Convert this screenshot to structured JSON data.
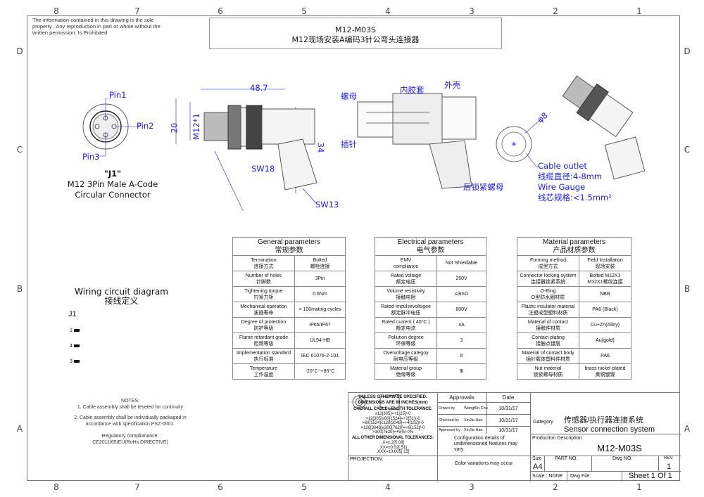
{
  "zones": {
    "columns": [
      "8",
      "7",
      "6",
      "5",
      "4",
      "3",
      "2",
      "1"
    ],
    "rows": [
      "D",
      "C",
      "B",
      "A"
    ]
  },
  "notice": "The information contained in this drawing is the sole property . Any reproduction in part or whole without the written permission. Is Prohibited",
  "title": {
    "model": "M12-M03S",
    "name_cn": "M12现场安装A编码3针公弯头连接器"
  },
  "front_view": {
    "pin1": "Pin1",
    "pin2": "Pin2",
    "pin3": "Pin3",
    "id": "\"J1\"",
    "desc1": "M12 3Pin Male A-Code",
    "desc2": "Circular Connector"
  },
  "side_view": {
    "length": "48.7",
    "height": "20",
    "thread": "M12*1",
    "depth": "34",
    "sw18": "SW18",
    "sw13": "SW13"
  },
  "section_view": {
    "nut": "螺母",
    "inner": "内胶套",
    "shell": "外壳",
    "pin": "插针",
    "rear_nut": "后锁紧螺母"
  },
  "outlet": {
    "dia": "φ8",
    "l1": "Cable outlet",
    "l2": "线缆直径:4-8mm",
    "l3": "Wire Gauge",
    "l4": "线芯规格:<1.5mm²"
  },
  "general": {
    "title": "General parameters",
    "title_cn": "常规参数",
    "rows": [
      [
        "Termination",
        "连接方式",
        "Bolted",
        "螺栓连接"
      ],
      [
        "Number of holes",
        "针脚数",
        "3Pin",
        ""
      ],
      [
        "Tightening torque",
        "拧紧力矩",
        "0.6Nm",
        ""
      ],
      [
        "Mechanical operation",
        "拔插寿命",
        "> 100mating cycles",
        ""
      ],
      [
        "Degree of protection",
        "防护等级",
        "IP65/IP67",
        ""
      ],
      [
        "Flame retardant grade",
        "阻燃等级",
        "UL94-HB",
        ""
      ],
      [
        "Implementation standard",
        "执行标准",
        "IEC 61076-2-101",
        ""
      ],
      [
        "Temperature",
        "工作温度",
        "-20°C~+85°C",
        ""
      ]
    ]
  },
  "electrical": {
    "title": "Electrical parameters",
    "title_cn": "电气参数",
    "rows": [
      [
        "EMV",
        "compliance",
        "Not Shieldable"
      ],
      [
        "Rated voltage",
        "额定电压",
        "250V"
      ],
      [
        "Volume resistivity",
        "接触电阻",
        "≤3mΩ"
      ],
      [
        "Rated impulsevoltsgee",
        "额定脉冲电压",
        "800V"
      ],
      [
        "Rated current ( 40°C )",
        "额定电流",
        "4A"
      ],
      [
        "Pollution degree",
        "环保等级",
        "3"
      ],
      [
        "Overvoltage categoy",
        "耐电压等级",
        "Ⅱ"
      ],
      [
        "Material group",
        "绝缘等级",
        "Ⅲ"
      ]
    ]
  },
  "material": {
    "title": "Material parameters",
    "title_cn": "产品材质参数",
    "rows": [
      [
        "Forming method",
        "成型方式",
        "Field Installation",
        "现场安装"
      ],
      [
        "Connector locking system",
        "连接器锁紧系统",
        "Bolted M12X1",
        "M12X1螺纹连接"
      ],
      [
        "O-Ring",
        "O型防水圈材质",
        "NBR",
        ""
      ],
      [
        "Plastic insulator material",
        "注塑成型塑料材质",
        "PA6  (Black)",
        ""
      ],
      [
        "Material of contact",
        "接触件材质",
        "Cu+Zn(Alloy)",
        ""
      ],
      [
        "Contact plating",
        "接触点镀层",
        "Au(gold)",
        ""
      ],
      [
        "Material of contact body",
        "插针载体塑料件材质",
        "PA6",
        ""
      ],
      [
        "Nut material",
        "锁紧螺母材质",
        "brass nickel plated",
        "黄铜镀镍"
      ]
    ]
  },
  "wiring": {
    "title": "Wiring circuit diagram",
    "title_cn": "接线定义",
    "id": "J1",
    "pins": [
      "1",
      "4",
      "3"
    ]
  },
  "notes": {
    "head": "NOTES:",
    "n1": "1. Cable assembly shall be teseted for continuity",
    "n2": "2. Cable assembly shall be individually packaged in accordance with  specification PSZ-0001.",
    "reg1": "Regulatory complianance:",
    "reg2": "CE2011/65/EU(RoHs DIRECTIVE)"
  },
  "titleblock": {
    "unless": "UNLESS OTHERWISE SPECIFIED.",
    "dims": "DIMENSIONS ARE IN INCHES(mm)",
    "cable_tol": "OVERALL CABLE LENGTH TOLERANCE:",
    "tol_lines": [
      "≤12[305]=+1[25]/-0",
      ">12[305]≤60[1524]=+2[51]/-0",
      ">60[1524]≤120[3048]=+4[102]/-0",
      ">120[3048]≤300[7620]=+6[152]/-0",
      ">300[7620]=+5%/-0%"
    ],
    "other_tol": "ALL OTHER DIMENSIONAL TOLERANCES:",
    "other_lines": [
      ".X=±.2[5.08]",
      ".XX=±0.02[.51]",
      ".XXX=±0.005[.13]"
    ],
    "approvals": "Approvals",
    "date": "Date",
    "drawn_by": "Drawn by",
    "drawn_name": "WangBin.Chu",
    "drawn_date": "10/31/17",
    "checked_by": "Checked by",
    "checked_name": "XinJie.Han",
    "checked_date": "10/31/17",
    "approved_by": "Approved by",
    "approved_name": "XinJie.Han",
    "approved_date": "10/31/17",
    "config": "Configuration details of undimensioned features may vary",
    "color": "Color variations may occur",
    "projection": "PROJECTION:",
    "category_label": "Gategory",
    "category_cn": "传感器/执行器连接系统",
    "category_en": "Sensor connection system",
    "prod_label": "Produciton Description",
    "prod": "M12-M03S",
    "size_label": "Size",
    "size": "A4",
    "part_label": "PART NO.",
    "dwg_label": "Dwg NO.",
    "rev_label": "REV.",
    "rev": "1",
    "scale": "Scale : NONE",
    "dwg_file": "Dwg File:",
    "sheet": "Sheet 1 Of 1"
  }
}
